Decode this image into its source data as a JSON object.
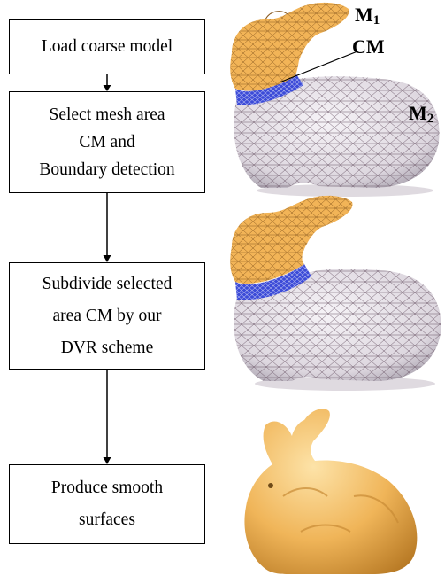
{
  "flowchart": {
    "steps": [
      {
        "lines": [
          "Load coarse model"
        ]
      },
      {
        "lines": [
          "Select mesh area",
          "CM and",
          "Boundary detection"
        ]
      },
      {
        "lines": [
          "Subdivide selected",
          "area CM by our",
          "DVR scheme"
        ]
      },
      {
        "lines": [
          "Produce smooth",
          "surfaces"
        ]
      }
    ]
  },
  "labels": {
    "m1": {
      "base": "M",
      "sub": "1"
    },
    "cm": "CM",
    "m2": {
      "base": "M",
      "sub": "2"
    }
  },
  "colors": {
    "head_mesh": "#f2b457",
    "body_mesh": "#d9d3dd",
    "band_mesh": "#3c4bd8",
    "smooth_surface": "#f0b559",
    "line": "#000000"
  }
}
